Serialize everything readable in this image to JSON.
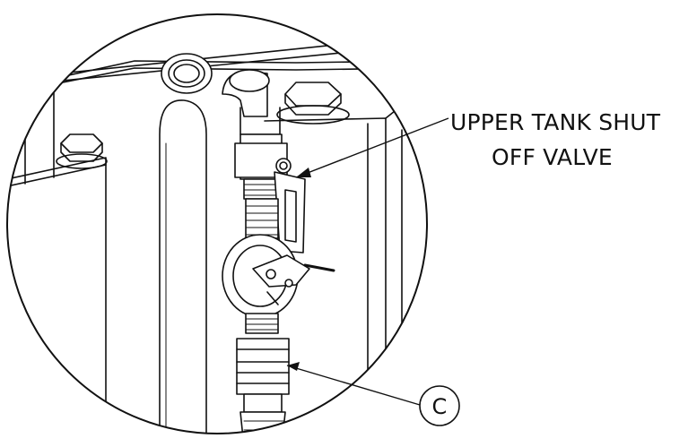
{
  "callouts": {
    "upper_tank_line1": "UPPER TANK SHUT",
    "upper_tank_line2": "OFF VALVE",
    "detail_c": "C"
  },
  "colors": {
    "line": "#111111",
    "background": "#ffffff"
  }
}
